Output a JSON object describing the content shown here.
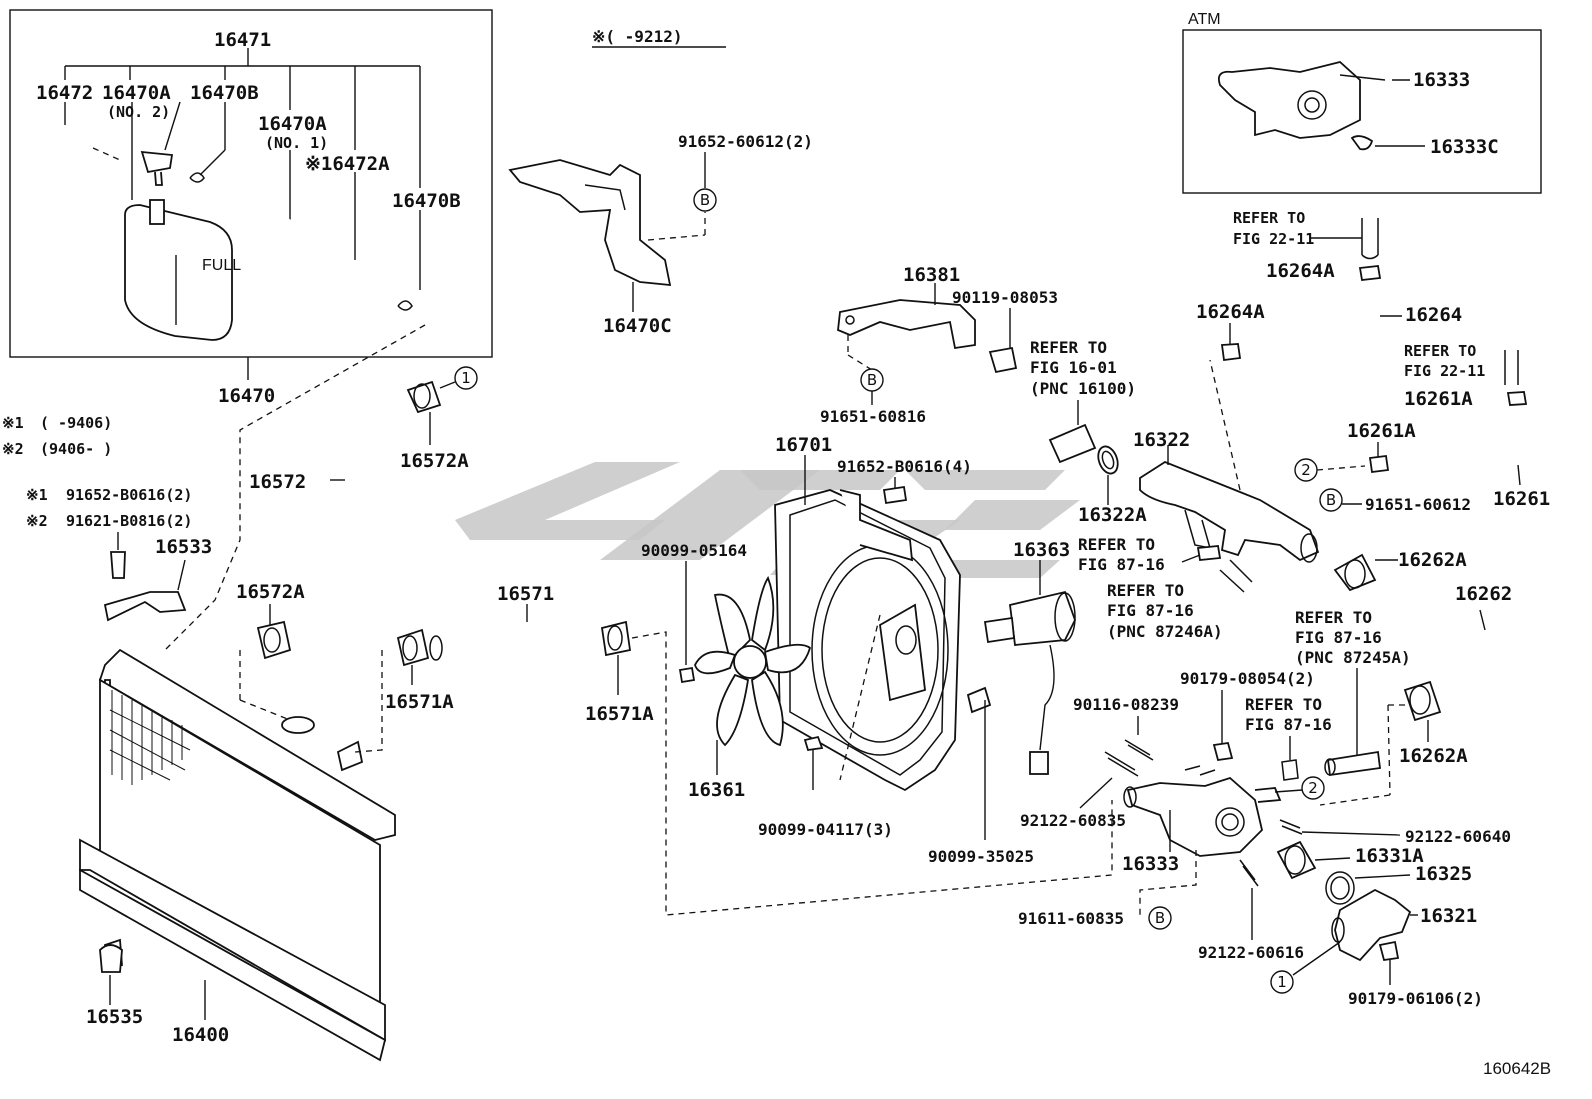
{
  "parts": {
    "p16471": "16471",
    "p16472": "16472",
    "p16470A_1": "16470A",
    "no2": "(NO. 2)",
    "p16470B_1": "16470B",
    "p16470A_2": "16470A",
    "no1": "(NO. 1)",
    "p16472A": "※16472A",
    "p16470B_2": "16470B",
    "p16470": "16470",
    "p16470C": "16470C",
    "p16572": "16572",
    "p16572A_1": "16572A",
    "p16572A_2": "16572A",
    "p16533": "16533",
    "p16571": "16571",
    "p16571A_1": "16571A",
    "p16571A_2": "16571A",
    "p16400": "16400",
    "p16535": "16535",
    "p16701": "16701",
    "p16361": "16361",
    "p16381": "16381",
    "p16363": "16363",
    "p16322": "16322",
    "p16322A": "16322A",
    "p16333_atm": "16333",
    "p16333C": "16333C",
    "p16264A_1": "16264A",
    "p16264A_2": "16264A",
    "p16264": "16264",
    "p16261A_1": "16261A",
    "p16261A_2": "16261A",
    "p16261": "16261",
    "p16262A_1": "16262A",
    "p16262": "16262",
    "p16262A_2": "16262A",
    "p16333": "16333",
    "p16331A": "16331A",
    "p16325": "16325",
    "p16321": "16321"
  },
  "bolts": {
    "b91652_60612": "91652-60612(2)",
    "b91651_60816": "91651-60816",
    "b90119_08053": "90119-08053",
    "b91652_B0616_4": "91652-B0616(4)",
    "b90099_05164": "90099-05164",
    "b90099_04117": "90099-04117(3)",
    "b90099_35025": "90099-35025",
    "b91651_60612": "91651-60612",
    "b90179_08054": "90179-08054(2)",
    "b90116_08239": "90116-08239",
    "b92122_60835": "92122-60835",
    "b92122_60640": "92122-60640",
    "b91611_60835": "91611-60835",
    "b92122_60616": "92122-60616",
    "b90179_06106": "90179-06106(2)",
    "b91652_B0616_2": "91652-B0616(2)",
    "b91621_B0816_2": "91621-B0816(2)"
  },
  "notes": {
    "date_range_top": "※(    -9212)",
    "note1_mark": "※1",
    "note1_range": "(    -9406)",
    "note2_mark": "※2",
    "note2_range": "(9406-    )",
    "note1_bolt_mark": "※1",
    "note2_bolt_mark": "※2",
    "atm": "ATM",
    "refer_to": "REFER TO",
    "fig_16_01": "FIG 16-01",
    "pnc_16100": "(PNC 16100)",
    "fig_22_11": "FIG 22-11",
    "fig_87_16": "FIG 87-16",
    "pnc_87246a": "(PNC 87246A)",
    "pnc_87245a": "(PNC 87245A)",
    "diagram_code": "160642B"
  },
  "callouts": {
    "circle_1": "1",
    "circle_2": "2",
    "circle_b": "B"
  }
}
